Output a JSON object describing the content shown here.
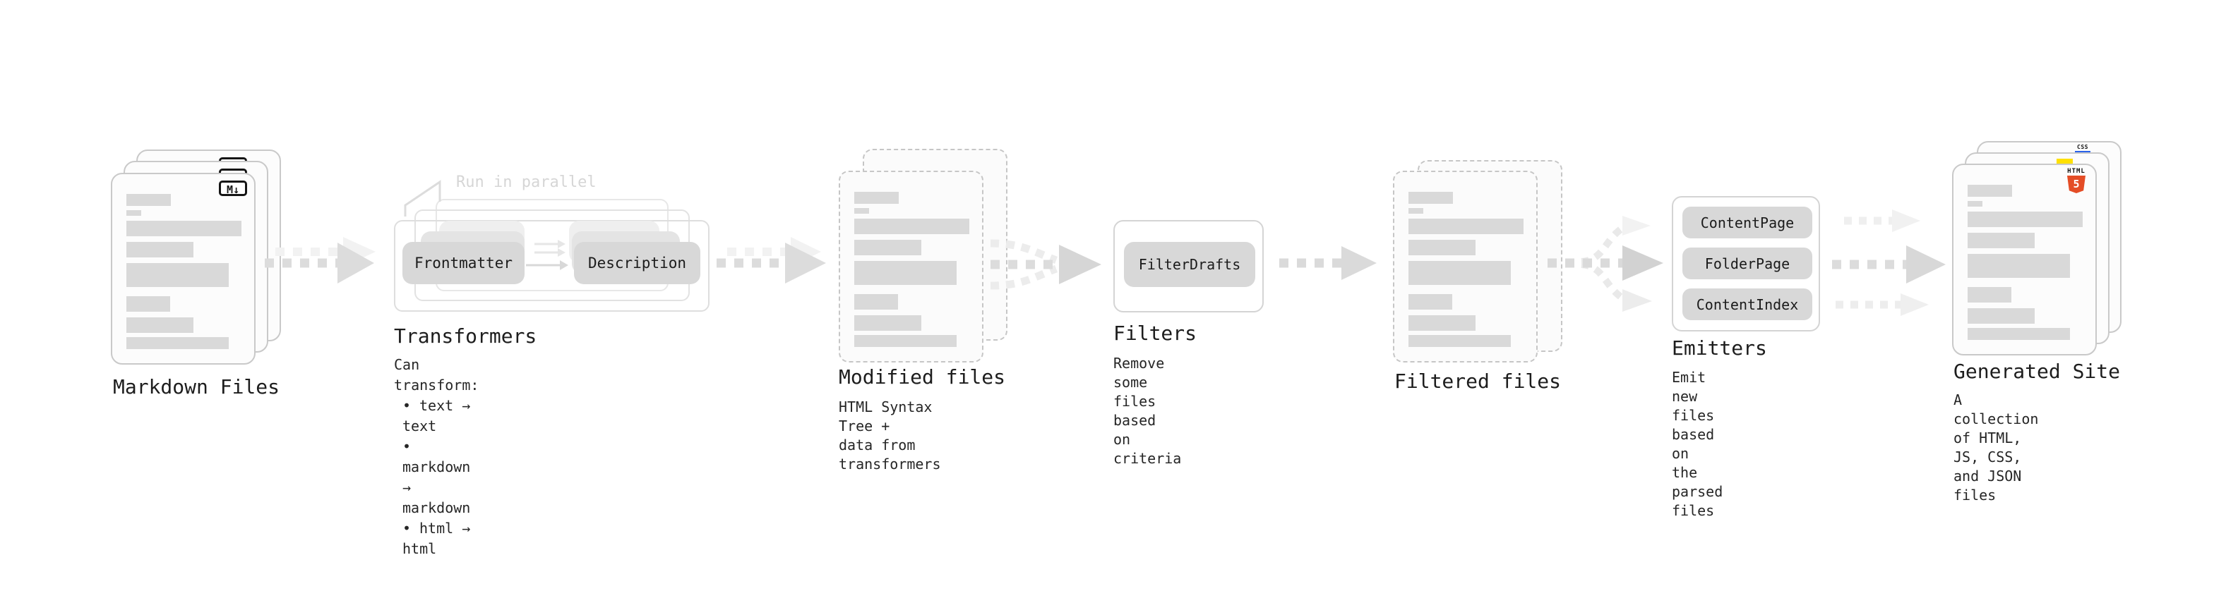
{
  "stages": {
    "markdown": {
      "label": "Markdown Files",
      "badge": "M↓"
    },
    "transformers": {
      "label": "Transformers",
      "parallel_note": "Run in parallel",
      "pill_frontmatter": "Frontmatter",
      "pill_description": "Description",
      "description": "Can transform:",
      "bullet": "•",
      "items": [
        "text → text",
        "markdown → markdown",
        "html → html"
      ]
    },
    "modified": {
      "label": "Modified files",
      "sublabel": "HTML Syntax Tree +\ndata from transformers"
    },
    "filters": {
      "label": "Filters",
      "pill": "FilterDrafts",
      "sublabel": "Remove some files based\non criteria"
    },
    "filtered": {
      "label": "Filtered files"
    },
    "emitters": {
      "label": "Emitters",
      "pills": [
        "ContentPage",
        "FolderPage",
        "ContentIndex"
      ],
      "sublabel": "Emit new files based on\nthe parsed files"
    },
    "generated": {
      "label": "Generated Site",
      "sublabel": "A collection of HTML,\nJS, CSS, and JSON files",
      "badge_html": "HTML",
      "badge_html_number": "5",
      "badge_css": "CSS"
    }
  },
  "colors": {
    "arrow": "#dcdcdc",
    "arrow_light": "#f1f1f1",
    "doc_border": "#c9c9c9",
    "skeleton": "#d9d9d9",
    "pill": "#d8d8d8",
    "html5_orange": "#e44d26",
    "js_yellow": "#ffe000",
    "css_blue": "#2962e9"
  }
}
